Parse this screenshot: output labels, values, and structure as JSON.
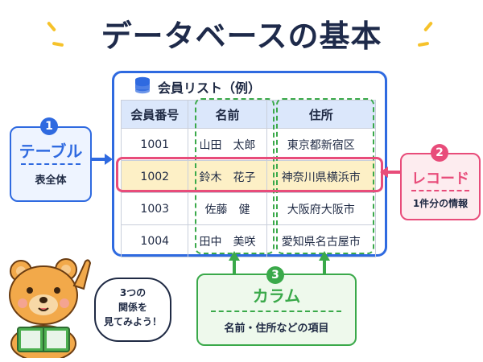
{
  "title": "データベースの基本",
  "database": {
    "name": "会員リスト（例）",
    "columns": [
      "会員番号",
      "名前",
      "住所"
    ],
    "rows": [
      [
        "1001",
        "山田　太郎",
        "東京都新宿区"
      ],
      [
        "1002",
        "鈴木　花子",
        "神奈川県横浜市"
      ],
      [
        "1003",
        "佐藤　健",
        "大阪府大阪市"
      ],
      [
        "1004",
        "田中　美咲",
        "愛知県名古屋市"
      ]
    ]
  },
  "callouts": {
    "table": {
      "number": "1",
      "label": "テーブル",
      "description": "表全体"
    },
    "record": {
      "number": "2",
      "label": "レコード",
      "description": "1件分の情報"
    },
    "column": {
      "number": "3",
      "label": "カラム",
      "description": "名前・住所などの項目"
    }
  },
  "bubble": {
    "lines": [
      "3つの",
      "関係を",
      "見てみよう！"
    ]
  },
  "colors": {
    "table": "#2f6ae0",
    "record": "#e84c7a",
    "column": "#3aa94a",
    "header": "#dbe7fb",
    "record_fill": "#fdf0c6"
  }
}
